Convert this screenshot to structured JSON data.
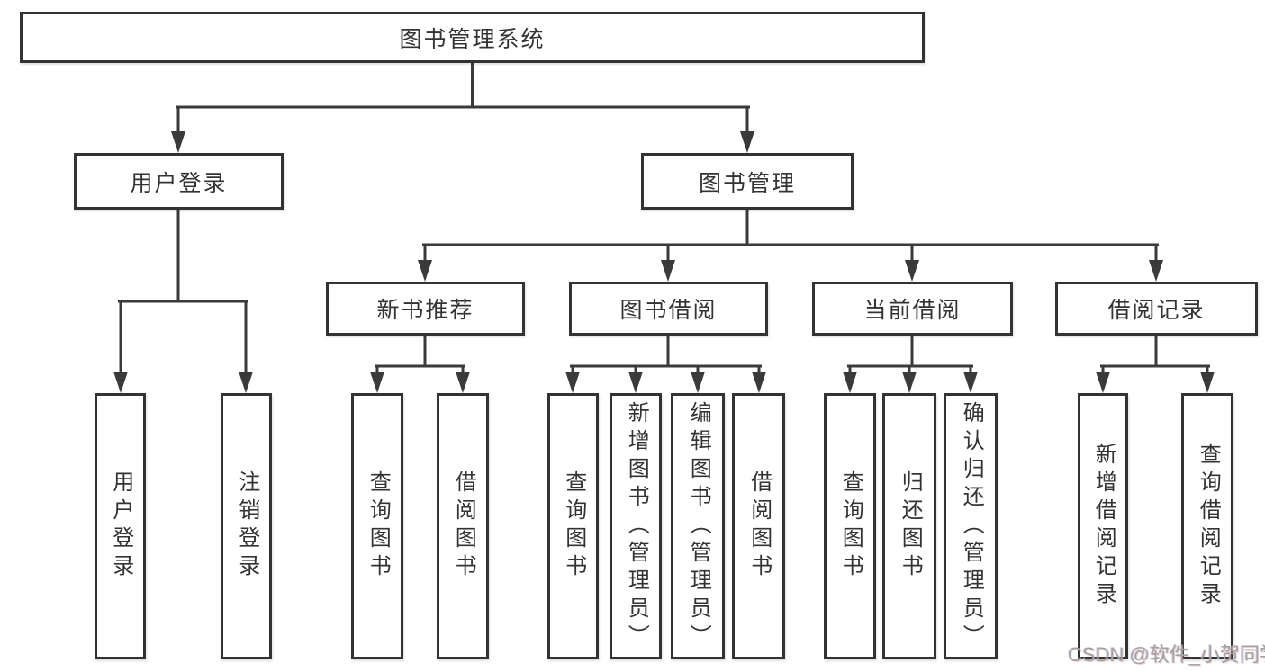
{
  "tree": {
    "root": {
      "label": "图书管理系统",
      "children": [
        {
          "label": "用户登录",
          "children": [
            {
              "label": "用户登录"
            },
            {
              "label": "注销登录"
            }
          ]
        },
        {
          "label": "图书管理",
          "children": [
            {
              "label": "新书推荐",
              "children": [
                {
                  "label": "查询图书"
                },
                {
                  "label": "借阅图书"
                }
              ]
            },
            {
              "label": "图书借阅",
              "children": [
                {
                  "label": "查询图书"
                },
                {
                  "label": "新增图书（管理员）"
                },
                {
                  "label": "编辑图书（管理员）"
                },
                {
                  "label": "借阅图书"
                }
              ]
            },
            {
              "label": "当前借阅",
              "children": [
                {
                  "label": "查询图书"
                },
                {
                  "label": "归还图书"
                },
                {
                  "label": "确认归还（管理员）"
                }
              ]
            },
            {
              "label": "借阅记录",
              "children": [
                {
                  "label": "新增借阅记录"
                },
                {
                  "label": "查询借阅记录"
                }
              ]
            }
          ]
        }
      ]
    }
  },
  "watermark": {
    "text": "CSDN @软件_小贺同学"
  },
  "colors": {
    "background": "#ffffff",
    "line": "#3a3a3a",
    "box_border": "#333333",
    "box_fill": "#ffffff",
    "text": "#333333",
    "watermark": "#a3a3a3"
  }
}
